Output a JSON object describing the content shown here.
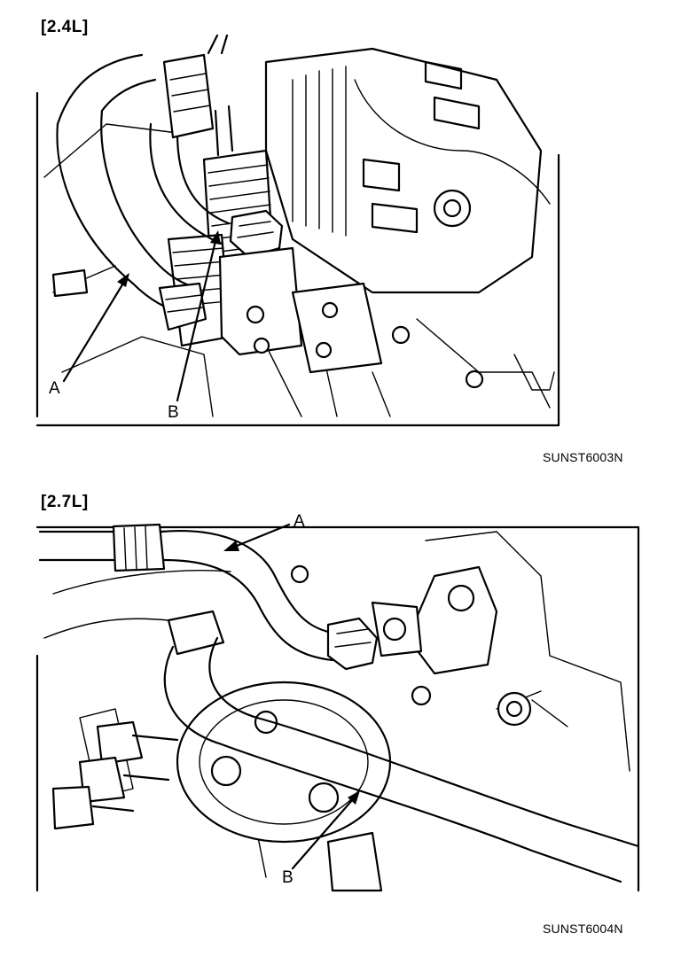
{
  "panels": [
    {
      "title": "[2.4L]",
      "figure_code": "SUNST6003N",
      "callouts": [
        "A",
        "B"
      ]
    },
    {
      "title": "[2.7L]",
      "figure_code": "SUNST6004N",
      "callouts": [
        "A",
        "B"
      ]
    }
  ]
}
